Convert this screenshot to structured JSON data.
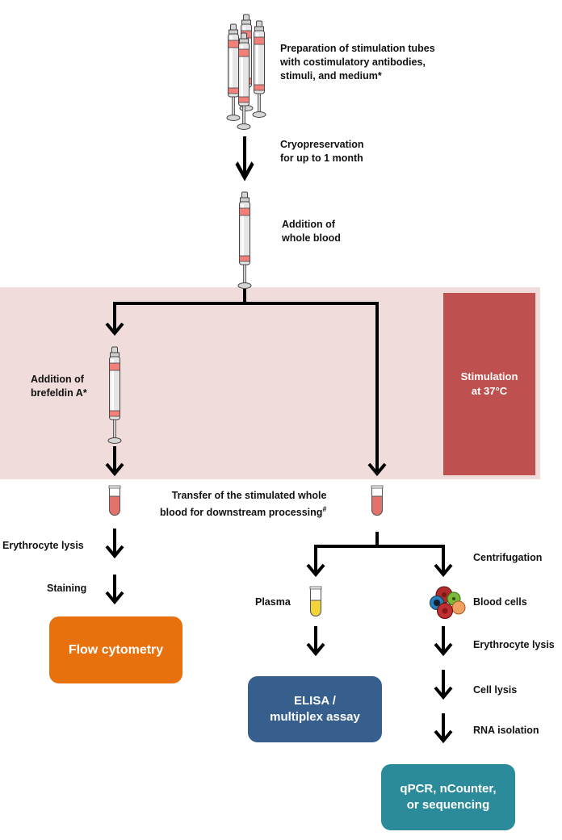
{
  "steps": {
    "preparation": [
      "Preparation of stimulation tubes",
      "with costimulatory antibodies,",
      "stimuli, and medium*"
    ],
    "cryopreservation": [
      "Cryopreservation",
      "for up to 1 month"
    ],
    "addition_blood": [
      "Addition of",
      "whole blood"
    ],
    "addition_brefeldin": [
      "Addition of",
      "brefeldin A*"
    ],
    "transfer": [
      "Transfer of the stimulated whole",
      "blood for downstream processing"
    ],
    "transfer_mark": "#",
    "erythrocyte_lysis_left": "Erythrocyte lysis",
    "staining": "Staining",
    "plasma": "Plasma",
    "centrifugation": "Centrifugation",
    "blood_cells": "Blood cells",
    "erythrocyte_lysis_right": "Erythrocyte lysis",
    "cell_lysis": "Cell lysis",
    "rna_isolation": "RNA isolation"
  },
  "stimulation": [
    "Stimulation",
    "at 37°C"
  ],
  "results": {
    "flow": [
      "Flow cytometry"
    ],
    "elisa": [
      "ELISA /",
      "multiplex assay"
    ],
    "qpcr": [
      "qPCR, nCounter,",
      "or sequencing"
    ]
  },
  "colors": {
    "stimulation_band": "#f1dcdc",
    "stimulation_box": "#bf5050",
    "flow_box": "#e8710e",
    "elisa_box": "#365f8e",
    "qpcr_box": "#2c8b9b",
    "syringe_band": "#f08079",
    "blood": "#e4726c",
    "plasma": "#f3d23a"
  },
  "icons": [
    "syringe-icon",
    "blood-tube-icon",
    "plasma-tube-icon",
    "blood-cells-icon",
    "arrow-down-icon"
  ]
}
